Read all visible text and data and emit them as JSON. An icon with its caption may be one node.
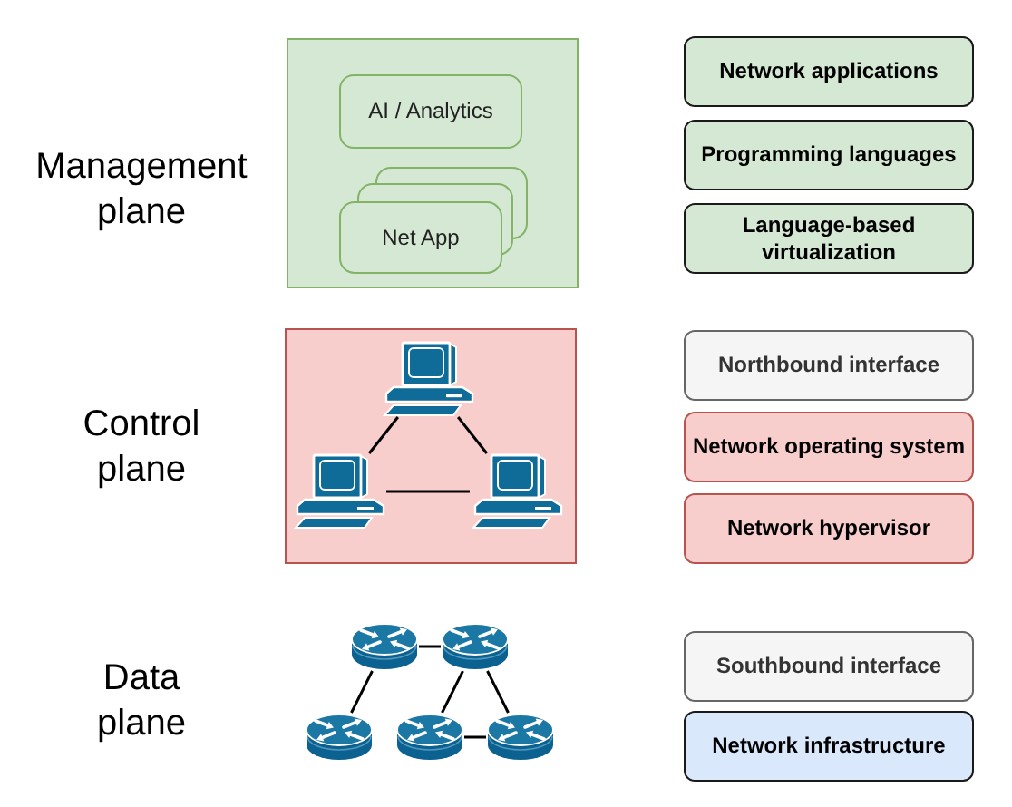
{
  "diagram": {
    "nodes": [
      {
        "text": [],
        "shape": "box"
      },
      {
        "text": [
          "AI / Analytics"
        ],
        "in": 0
      },
      {
        "text": [
          "Net App"
        ],
        "in": 0
      },
      {
        "text": [
          "Network applications"
        ]
      },
      {
        "text": [
          "Programming languages"
        ]
      },
      {
        "text": [
          "Language-based virtualization"
        ]
      },
      {
        "text": [],
        "shape": "box"
      },
      {
        "text": [],
        "shape": "picture",
        "in": 6
      },
      {
        "text": [],
        "shape": "picture",
        "in": 6
      },
      {
        "text": [],
        "shape": "picture",
        "in": 6
      },
      {
        "text": [
          "Northbound interface"
        ]
      },
      {
        "text": [
          "Network operating system"
        ]
      },
      {
        "text": [
          "Network hypervisor"
        ]
      },
      {
        "text": [],
        "shape": "picture"
      },
      {
        "text": [],
        "shape": "picture"
      },
      {
        "text": [],
        "shape": "picture"
      },
      {
        "text": [],
        "shape": "picture"
      },
      {
        "text": [],
        "shape": "picture"
      },
      {
        "text": [
          "Southbound interface"
        ]
      },
      {
        "text": [
          "Network infrastructure"
        ]
      }
    ],
    "edges": [
      {
        "from": 7,
        "to": 8,
        "arrow": "none"
      },
      {
        "from": 7,
        "to": 9,
        "arrow": "none"
      },
      {
        "from": 8,
        "to": 9,
        "arrow": "none"
      },
      {
        "from": 13,
        "to": 14,
        "arrow": "none"
      },
      {
        "from": 13,
        "to": 15,
        "arrow": "none"
      },
      {
        "from": 14,
        "to": 16,
        "arrow": "none"
      },
      {
        "from": 14,
        "to": 17,
        "arrow": "none"
      },
      {
        "from": 16,
        "to": 17,
        "arrow": "none"
      }
    ],
    "labels": [
      "Management plane",
      "Control plane",
      "Data plane"
    ]
  }
}
